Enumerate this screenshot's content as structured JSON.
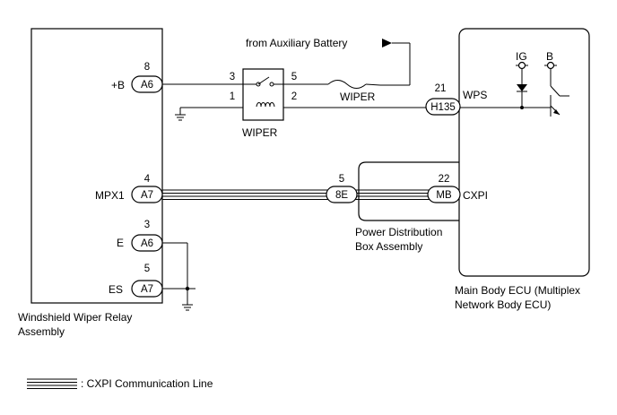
{
  "components": {
    "wiper_relay": {
      "line1": "Windshield Wiper Relay",
      "line2": "Assembly"
    },
    "main_ecu": {
      "line1": "Main Body ECU (Multiplex",
      "line2": "Network Body ECU)"
    },
    "power_box": {
      "line1": "Power Distribution",
      "line2": "Box Assembly"
    },
    "wiper_relay_switch": "WIPER",
    "wiper_fuse": "WIPER",
    "aux_battery": "from Auxiliary Battery"
  },
  "terminals": {
    "plus_b": "+B",
    "mpx1": "MPX1",
    "e": "E",
    "es": "ES",
    "wps": "WPS",
    "cxpi": "CXPI",
    "ig": "IG",
    "b": "B"
  },
  "connectors": {
    "a6_top": "A6",
    "a7_mpx": "A7",
    "a6_e": "A6",
    "a7_es": "A7",
    "e8": "8E",
    "mb": "MB",
    "h135": "H135"
  },
  "pins": {
    "a6_top": "8",
    "a7_mpx": "4",
    "a6_e": "3",
    "a7_es": "5",
    "e8": "5",
    "mb": "22",
    "h135": "21",
    "relay_3": "3",
    "relay_5": "5",
    "relay_1": "1",
    "relay_2": "2"
  },
  "legend": {
    "label": ": CXPI Communication Line"
  }
}
